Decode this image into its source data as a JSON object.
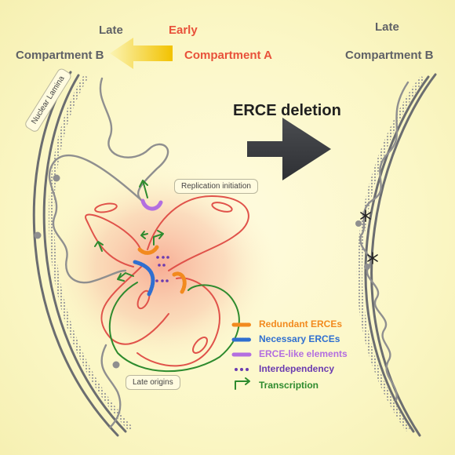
{
  "header": {
    "late_label": "Late",
    "early_label": "Early",
    "compartment_b": "Compartment B",
    "compartment_a": "Compartment A"
  },
  "right_panel": {
    "late_label": "Late",
    "compartment_b": "Compartment B"
  },
  "arrow_label": "ERCE deletion",
  "callouts": {
    "nuclear_lamina": "Nuclear Lamina",
    "replication_initiation": "Replication initiation",
    "late_origins": "Late origins"
  },
  "legend": [
    {
      "label": "Redundant ERCEs",
      "color": "#f28a1e",
      "icon": "orange-erce-icon"
    },
    {
      "label": "Necessary ERCEs",
      "color": "#2f6fd0",
      "icon": "blue-erce-icon"
    },
    {
      "label": "ERCE-like elements",
      "color": "#b36ee0",
      "icon": "purple-erce-icon"
    },
    {
      "label": "Interdependency",
      "color": "#6a3bb0",
      "icon": "dots-icon"
    },
    {
      "label": "Transcription",
      "color": "#2e8b2e",
      "icon": "transcription-arrow-icon"
    }
  ],
  "colors": {
    "chromatin_gray": "#8f8f8f",
    "chromatin_red": "#e0524a",
    "transcription_green": "#2e8b2e",
    "glow": "#f7a894",
    "arrow_dark": "#3a3c40"
  }
}
